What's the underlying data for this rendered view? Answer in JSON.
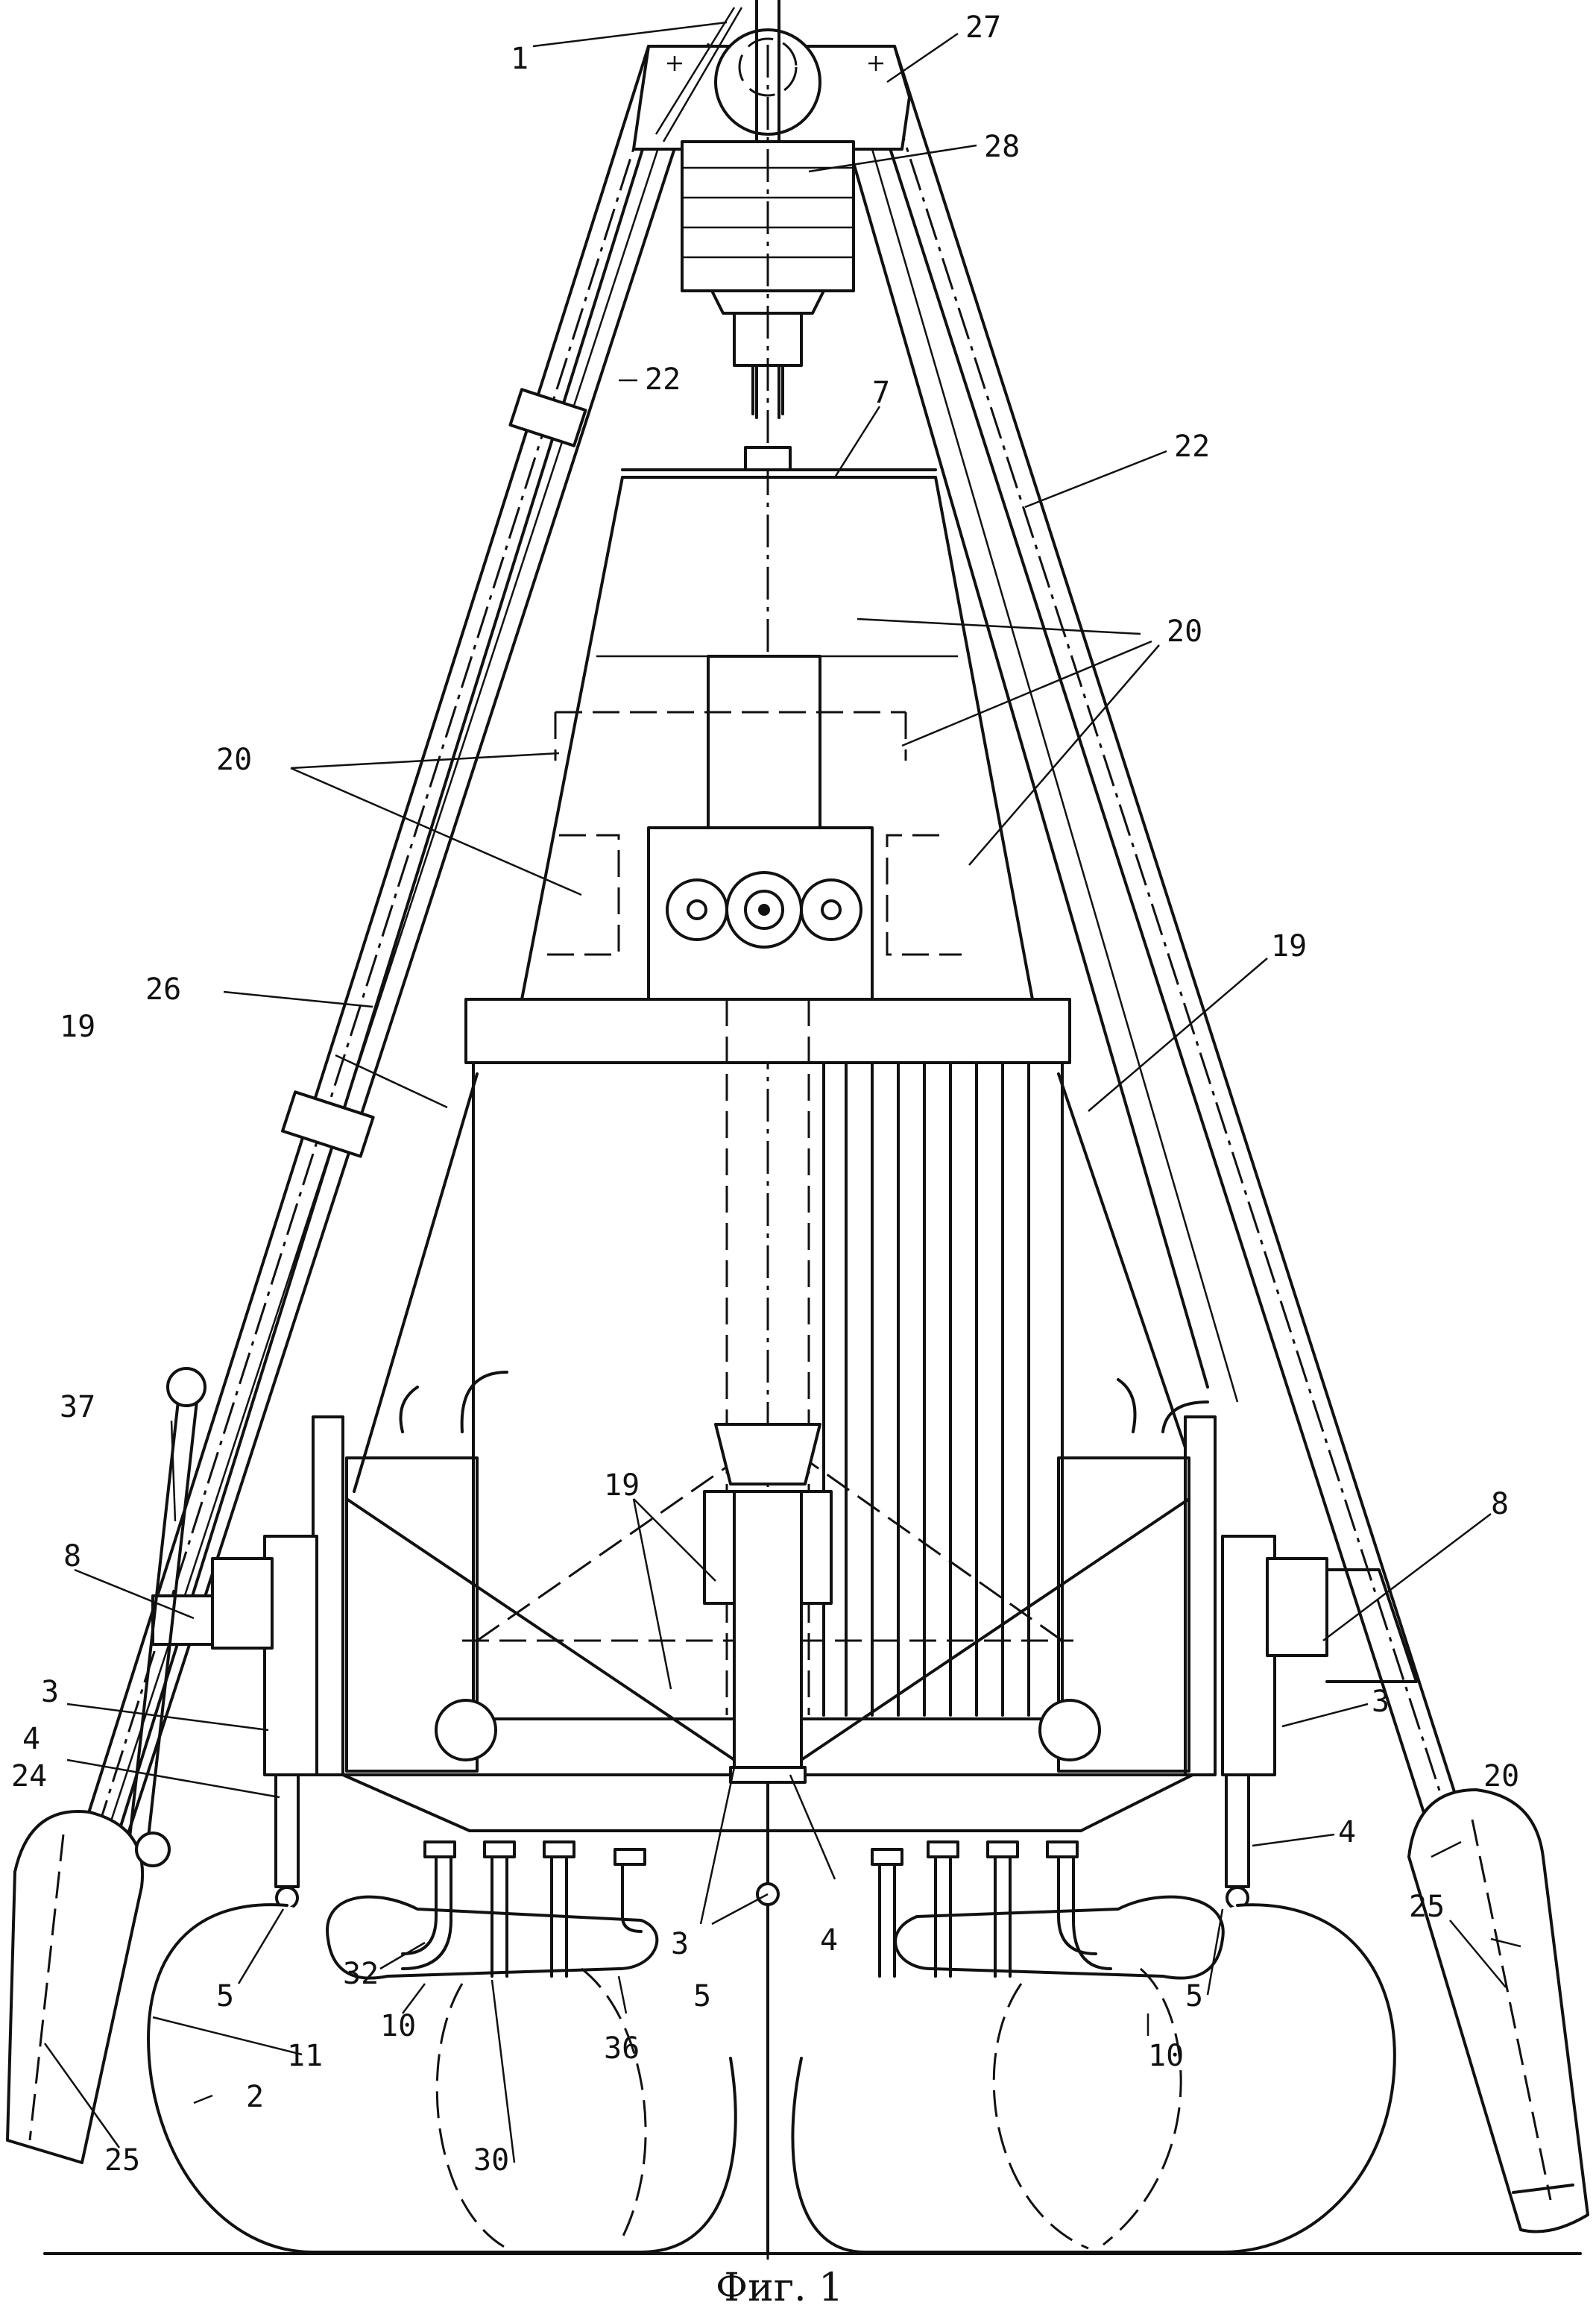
{
  "caption": "Фиг. 1",
  "labels": [
    {
      "id": "l-1",
      "text": "1"
    },
    {
      "id": "l-27",
      "text": "27"
    },
    {
      "id": "l-28",
      "text": "28"
    },
    {
      "id": "l-22a",
      "text": "22"
    },
    {
      "id": "l-7",
      "text": "7"
    },
    {
      "id": "l-22b",
      "text": "22"
    },
    {
      "id": "l-20a",
      "text": "20"
    },
    {
      "id": "l-20b",
      "text": "20"
    },
    {
      "id": "l-19a",
      "text": "19"
    },
    {
      "id": "l-26",
      "text": "26"
    },
    {
      "id": "l-19b",
      "text": "19"
    },
    {
      "id": "l-37",
      "text": "37"
    },
    {
      "id": "l-19c",
      "text": "19"
    },
    {
      "id": "l-8a",
      "text": "8"
    },
    {
      "id": "l-8b",
      "text": "8"
    },
    {
      "id": "l-3a",
      "text": "3"
    },
    {
      "id": "l-3b",
      "text": "3"
    },
    {
      "id": "l-4a",
      "text": "4"
    },
    {
      "id": "l-24",
      "text": "24"
    },
    {
      "id": "l-20c",
      "text": "20"
    },
    {
      "id": "l-4b",
      "text": "4"
    },
    {
      "id": "l-25a",
      "text": "25"
    },
    {
      "id": "l-32",
      "text": "32"
    },
    {
      "id": "l-3c",
      "text": "3"
    },
    {
      "id": "l-4c",
      "text": "4"
    },
    {
      "id": "l-5a",
      "text": "5"
    },
    {
      "id": "l-5b",
      "text": "5"
    },
    {
      "id": "l-5c",
      "text": "5"
    },
    {
      "id": "l-11",
      "text": "11"
    },
    {
      "id": "l-10a",
      "text": "10"
    },
    {
      "id": "l-10b",
      "text": "10"
    },
    {
      "id": "l-2",
      "text": "2"
    },
    {
      "id": "l-36",
      "text": "36"
    },
    {
      "id": "l-30",
      "text": "30"
    },
    {
      "id": "l-25b",
      "text": "25"
    }
  ]
}
